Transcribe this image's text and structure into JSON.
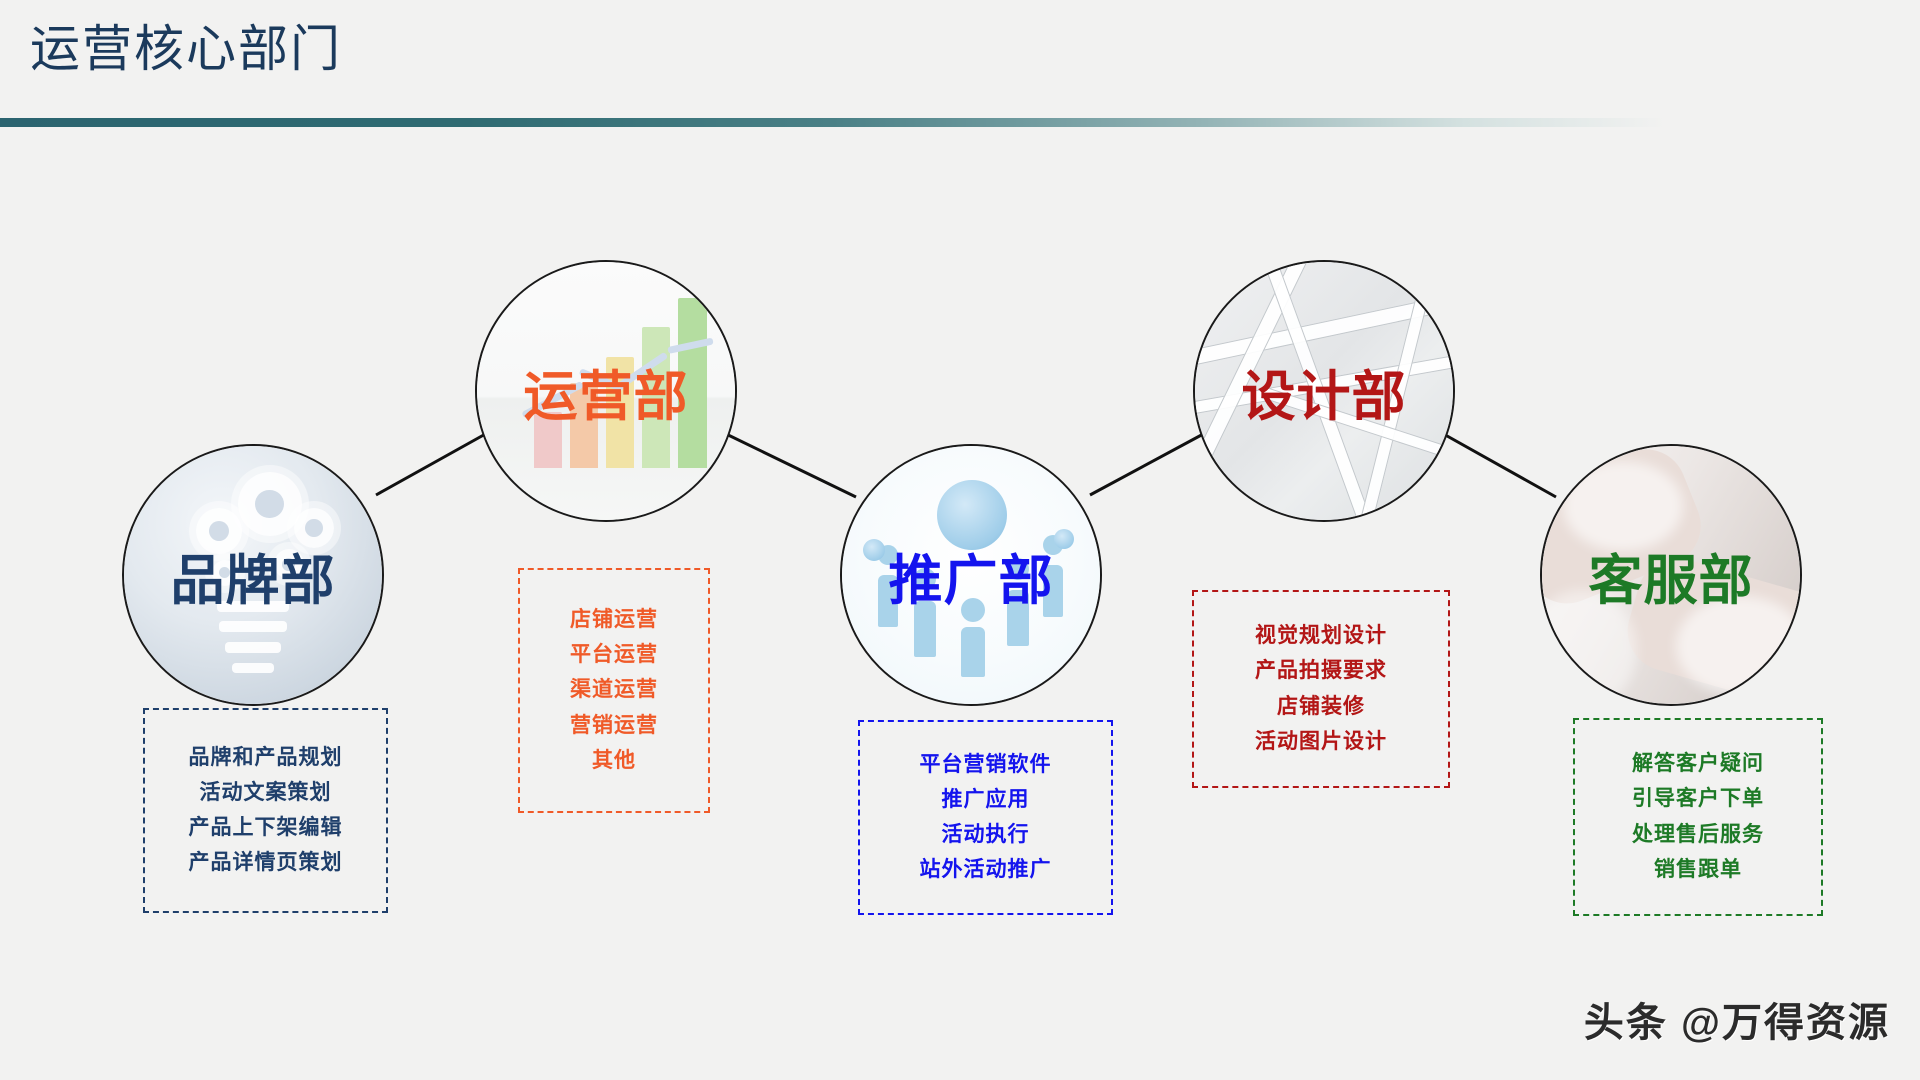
{
  "header": {
    "title": "运营核心部门",
    "title_color": "#1b3a5c",
    "rule_color": "#2b6470"
  },
  "departments": [
    {
      "id": "brand",
      "name": "品牌部",
      "color": "#1f3f6b",
      "artwork": "gears-lightbulb-icon",
      "details": [
        "品牌和产品规划",
        "活动文案策划",
        "产品上下架编辑",
        "产品详情页策划"
      ]
    },
    {
      "id": "operations",
      "name": "运营部",
      "color": "#f05a28",
      "artwork": "bar-chart-growth-icon",
      "details": [
        "店铺运营",
        "平台运营",
        "渠道运营",
        "营销运营",
        "其他"
      ]
    },
    {
      "id": "promotion",
      "name": "推广部",
      "color": "#1414ee",
      "artwork": "globe-network-people-icon",
      "details": [
        "平台营销软件",
        "推广应用",
        "活动执行",
        "站外活动推广"
      ]
    },
    {
      "id": "design",
      "name": "设计部",
      "color": "#b31616",
      "artwork": "blueprint-architecture-icon",
      "details": [
        "视觉规划设计",
        "产品拍摄要求",
        "店铺装修",
        "活动图片设计"
      ]
    },
    {
      "id": "service",
      "name": "客服部",
      "color": "#1d7a26",
      "artwork": "hands-customer-service-icon",
      "details": [
        "解答客户疑问",
        "引导客户下单",
        "处理售后服务",
        "销售跟单"
      ]
    }
  ],
  "watermark": {
    "text": "头条 @万得资源"
  }
}
